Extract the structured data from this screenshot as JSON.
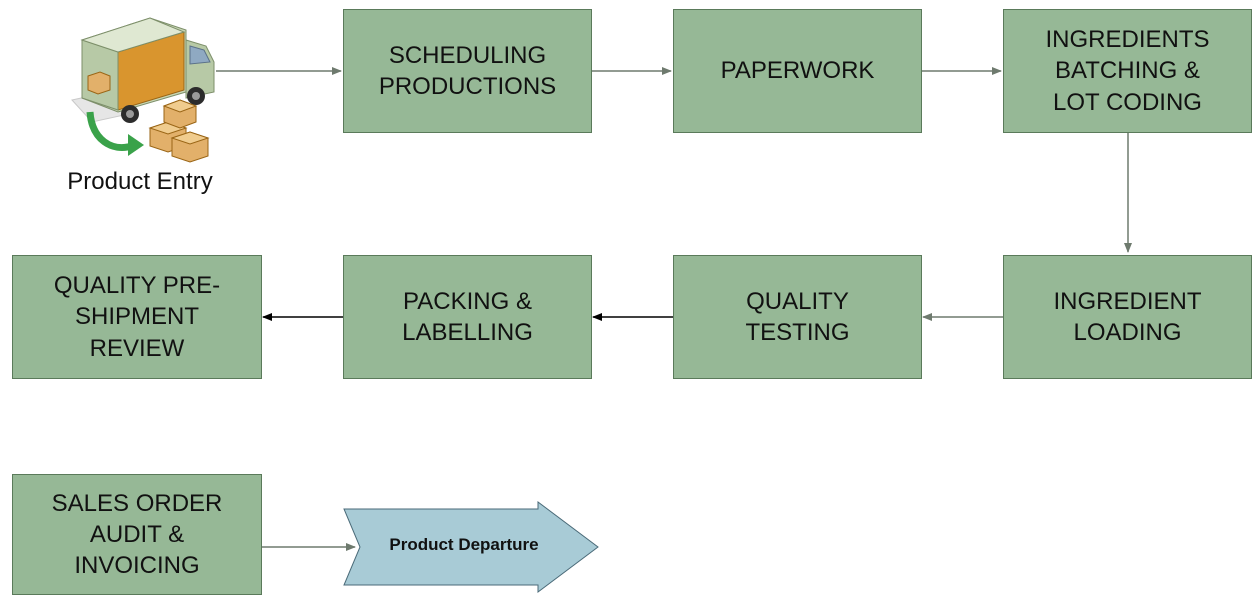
{
  "colors": {
    "box_fill": "#96b896",
    "box_border": "#5a7a5a",
    "connector_gray": "#6e7a6e",
    "connector_black": "#000000",
    "departure_fill": "#a8cbd6",
    "truck_body": "#b7c9a6",
    "truck_cargo": "#d9952e",
    "return_arrow": "#3aa24a"
  },
  "entry": {
    "label": "Product Entry",
    "icon": "delivery-truck-icon"
  },
  "steps": {
    "scheduling": "SCHEDULING\nPRODUCTIONS",
    "paperwork": "PAPERWORK",
    "batching": "INGREDIENTS\nBATCHING &\nLOT CODING",
    "loading": "INGREDIENT\nLOADING",
    "testing": "QUALITY\nTESTING",
    "packing": "PACKING &\nLABELLING",
    "review": "QUALITY PRE-\nSHIPMENT\nREVIEW",
    "invoicing": "SALES ORDER\nAUDIT &\nINVOICING"
  },
  "departure": {
    "label": "Product Departure"
  }
}
